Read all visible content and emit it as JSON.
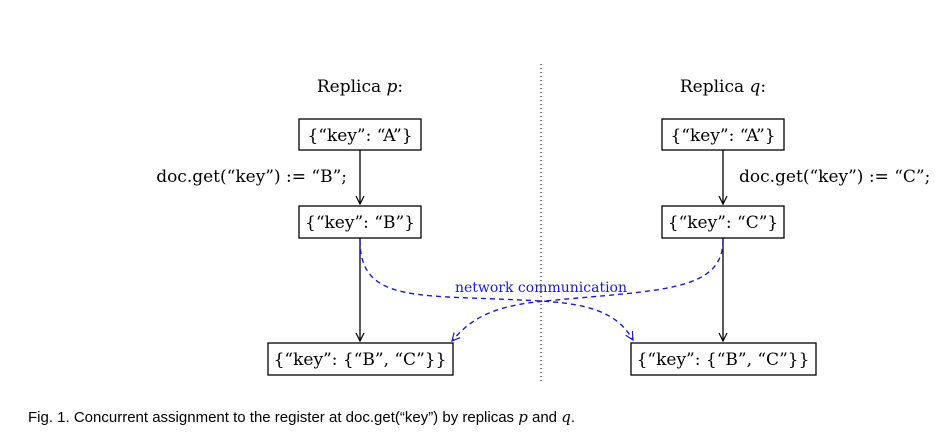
{
  "diagram": {
    "replica_p": {
      "title_prefix": "Replica ",
      "title_var": "p",
      "title_suffix": ":",
      "state_initial": "{“key”: “A”}",
      "operation": "doc.get(“key”) := “B”;",
      "state_after_op": "{“key”: “B”}",
      "state_merged": "{“key”: {“B”, “C”}}"
    },
    "replica_q": {
      "title_prefix": "Replica ",
      "title_var": "q",
      "title_suffix": ":",
      "state_initial": "{“key”: “A”}",
      "operation": "doc.get(“key”) := “C”;",
      "state_after_op": "{“key”: “C”}",
      "state_merged": "{“key”: {“B”, “C”}}"
    },
    "network_label": "network communication",
    "colors": {
      "network": "#1a1ad6",
      "ink": "#000000"
    }
  },
  "caption": {
    "text_before": "Fig. 1. Concurrent assignment to the register at doc.get(“key”) by replicas ",
    "var_p": "p",
    "text_and": " and ",
    "var_q": "q",
    "text_end": "."
  }
}
